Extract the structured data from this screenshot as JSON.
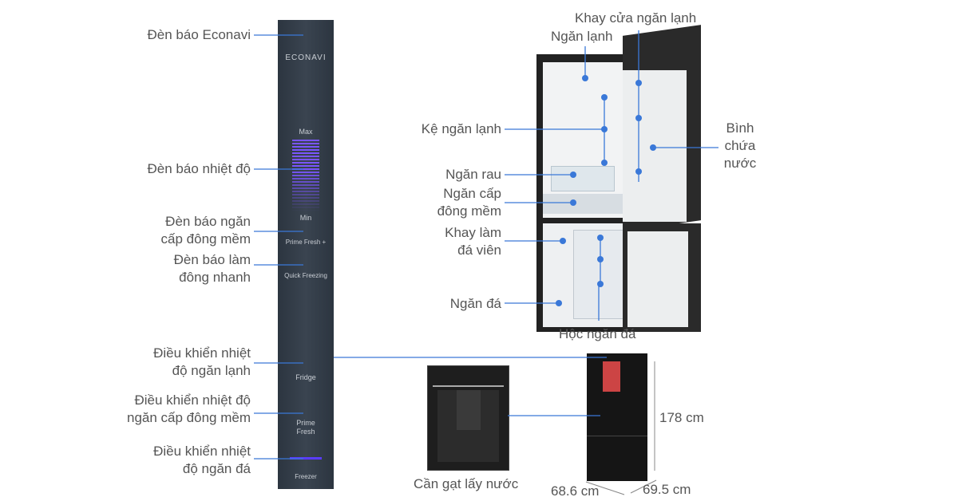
{
  "control_panel": {
    "labels": [
      "ECONAVI",
      "Max",
      "Min",
      "Prime Fresh +",
      "Quick Freezing",
      "Fridge",
      "Prime\nFresh",
      "Freezer"
    ]
  },
  "left_callouts": [
    [
      "Đèn báo Econavi"
    ],
    [
      "Đèn báo nhiệt độ"
    ],
    [
      "Đèn báo ngăn",
      "cấp đông mềm"
    ],
    [
      "Đèn báo làm",
      "đông nhanh"
    ],
    [
      "Điều khiển nhiệt",
      "độ ngăn lạnh"
    ],
    [
      "Điều khiển nhiệt độ",
      "ngăn cấp đông mềm"
    ],
    [
      "Điều khiển nhiệt",
      "độ ngăn đá"
    ]
  ],
  "right_callouts": {
    "door_tray": "Khay cửa ngăn lạnh",
    "fridge": "Ngăn lạnh",
    "shelf": "Kệ ngăn lạnh",
    "veg": "Ngăn rau",
    "soft_freeze": [
      "Ngăn cấp",
      "đông mềm"
    ],
    "ice_tray": [
      "Khay làm",
      "đá viên"
    ],
    "freezer": "Ngăn đá",
    "freezer_drawer": "Hộc ngăn đá",
    "water_tank": [
      "Bình",
      "chứa",
      "nước"
    ]
  },
  "dispenser": {
    "label": "Cần gạt lấy nước"
  },
  "dimensions": {
    "height": "178 cm",
    "width": "68.6 cm",
    "depth": "69.5 cm"
  },
  "colors": {
    "line": "#3a78d8",
    "panel": "#333d48",
    "fridge": "#1c1c1c"
  }
}
